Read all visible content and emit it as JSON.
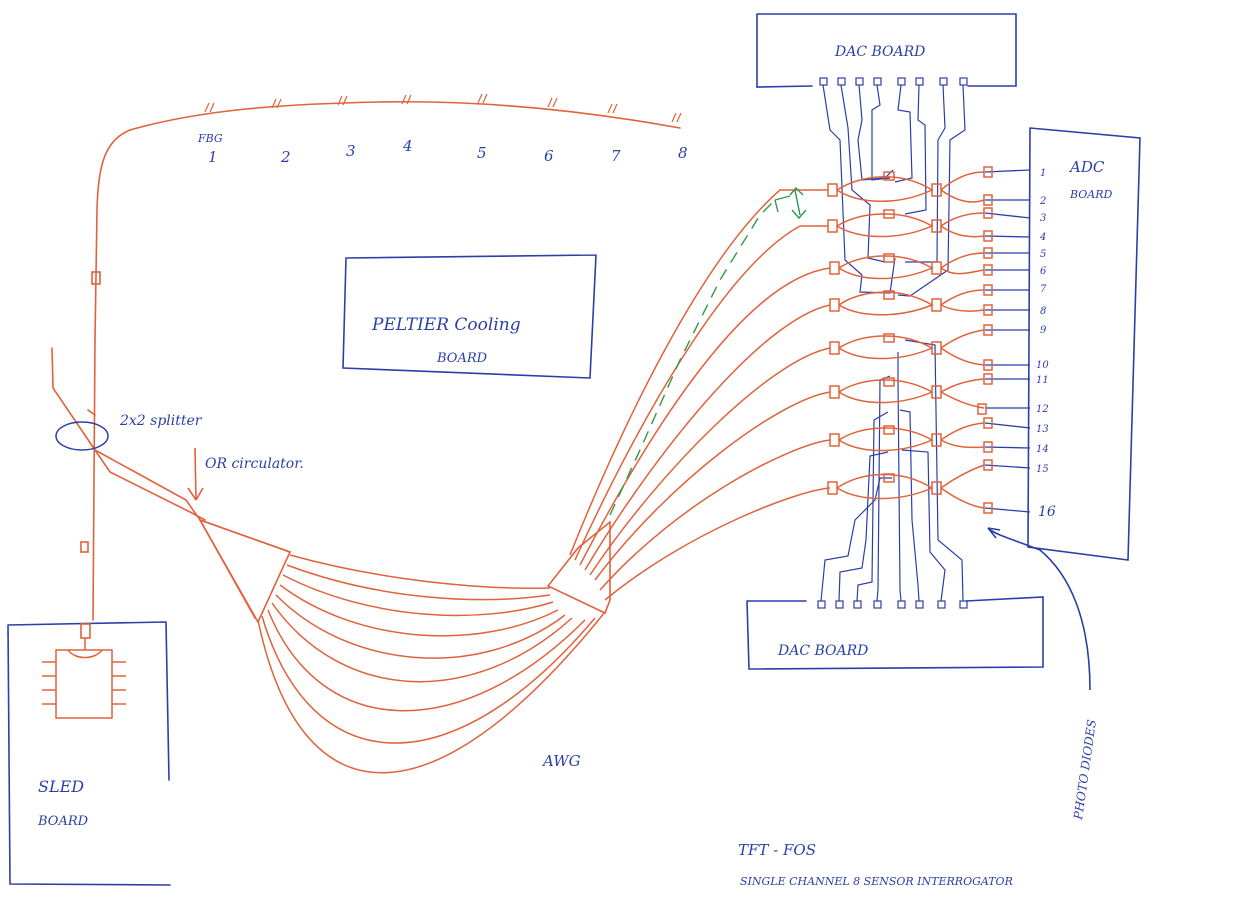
{
  "diagram": {
    "fbg": {
      "label": "FBG",
      "numbers": [
        "1",
        "2",
        "3",
        "4",
        "5",
        "6",
        "7",
        "8"
      ]
    },
    "boards": {
      "peltier": {
        "line1": "PELTIER Cooling",
        "line2": "BOARD"
      },
      "sled": {
        "line1": "SLED",
        "line2": "BOARD"
      },
      "dac_top": {
        "label": "DAC BOARD"
      },
      "dac_bottom": {
        "label": "DAC BOARD"
      },
      "adc": {
        "line1": "ADC",
        "line2": "BOARD"
      }
    },
    "splitter": {
      "line1": "2x2 splitter",
      "line2": "OR circulator."
    },
    "awg_label": "AWG",
    "photodiodes_label": "PHOTO DIODES",
    "adc_channels": [
      "1",
      "2",
      "3",
      "4",
      "5",
      "6",
      "7",
      "8",
      "9",
      "10",
      "11",
      "12",
      "13",
      "14",
      "15",
      "16"
    ],
    "footer": {
      "line1": "TFT - FOS",
      "line2": "SINGLE CHANNEL 8 SENSOR INTERROGATOR"
    },
    "colors": {
      "blue_ink": "#2b3fa8",
      "red_ink": "#e0623c",
      "green_ink": "#2e9a4a"
    }
  }
}
